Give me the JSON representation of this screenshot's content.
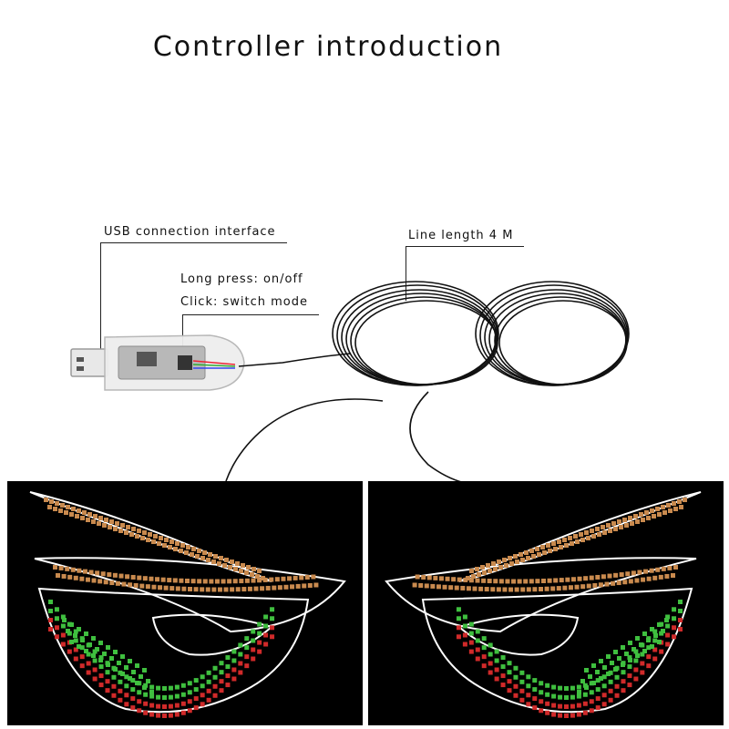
{
  "title": "Controller introduction",
  "labels": {
    "usb": "USB connection interface",
    "line_length": "Line length 4 M",
    "long_press": "Long press: on/off",
    "click": "Click: switch mode"
  },
  "colors": {
    "brow": "#c98a4e",
    "outer_ring": "#3fbf3f",
    "inner_ring": "#d02a2a",
    "outline": "#ffffff",
    "panel": "#000000"
  },
  "icons": [
    "usb-plug-icon",
    "controller-board-icon",
    "cable-coil-icon",
    "led-eye-icon"
  ]
}
